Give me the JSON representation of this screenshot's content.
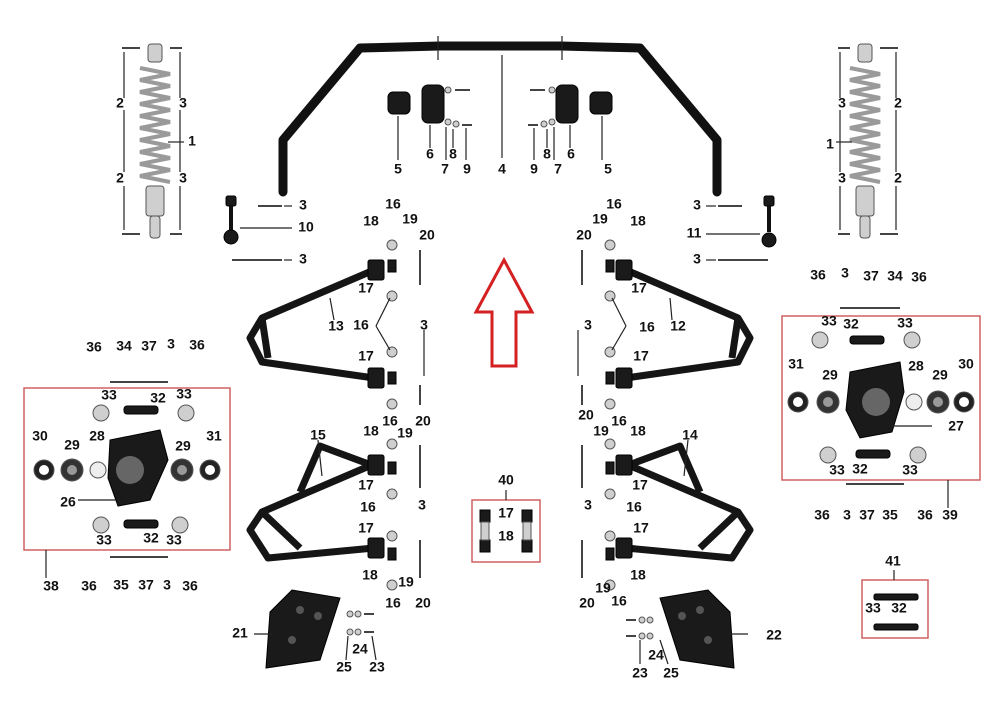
{
  "labels": {
    "l1": "1",
    "l2": "2",
    "l3": "3",
    "l4": "4",
    "l5": "5",
    "l6": "6",
    "l7": "7",
    "l8": "8",
    "l9": "9",
    "l10": "10",
    "l11": "11",
    "l12": "12",
    "l13": "13",
    "l14": "14",
    "l15": "15",
    "l16": "16",
    "l17": "17",
    "l18": "18",
    "l19": "19",
    "l20": "20",
    "l21": "21",
    "l22": "22",
    "l23": "23",
    "l24": "24",
    "l25": "25",
    "l26": "26",
    "l27": "27",
    "l28": "28",
    "l29": "29",
    "l30": "30",
    "l31": "31",
    "l32": "32",
    "l33": "33",
    "l34": "34",
    "l35": "35",
    "l36": "36",
    "l37": "37",
    "l38": "38",
    "l39": "39",
    "l40": "40",
    "l41": "41"
  },
  "colors": {
    "parts": "#1a1a1a",
    "spring": "#9a9a9a",
    "kit_box": "#d06060",
    "direction_arrow": "#d42020"
  }
}
